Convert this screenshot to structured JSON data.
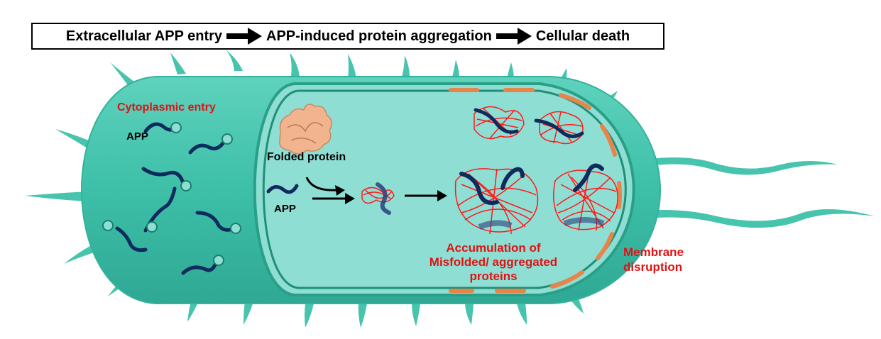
{
  "header": {
    "step1": "Extracellular APP entry",
    "step2": "APP-induced protein aggregation",
    "step3": "Cellular death"
  },
  "labels": {
    "cytoplasmic_entry": "Cytoplasmic entry",
    "app_outer": "APP",
    "folded_protein": "Folded protein",
    "app_inner": "APP",
    "accumulation_line1": "Accumulation of",
    "accumulation_line2": "Misfolded/ aggregated",
    "accumulation_line3": "proteins",
    "membrane_line1": "Membrane",
    "membrane_line2": "disruption"
  },
  "colors": {
    "cell_outer": "#3dbfa8",
    "cell_inner": "#8fded4",
    "membrane": "#1f8f78",
    "peptide": "#0f2a5c",
    "aggregate": "#ff1a1a",
    "disruption": "#e8844a",
    "label_red": "#e01212",
    "protein": "#f2b48e"
  },
  "icons": [
    "arrow-right-icon",
    "folded-protein-icon",
    "app-peptide-icon",
    "aggregate-icon"
  ]
}
